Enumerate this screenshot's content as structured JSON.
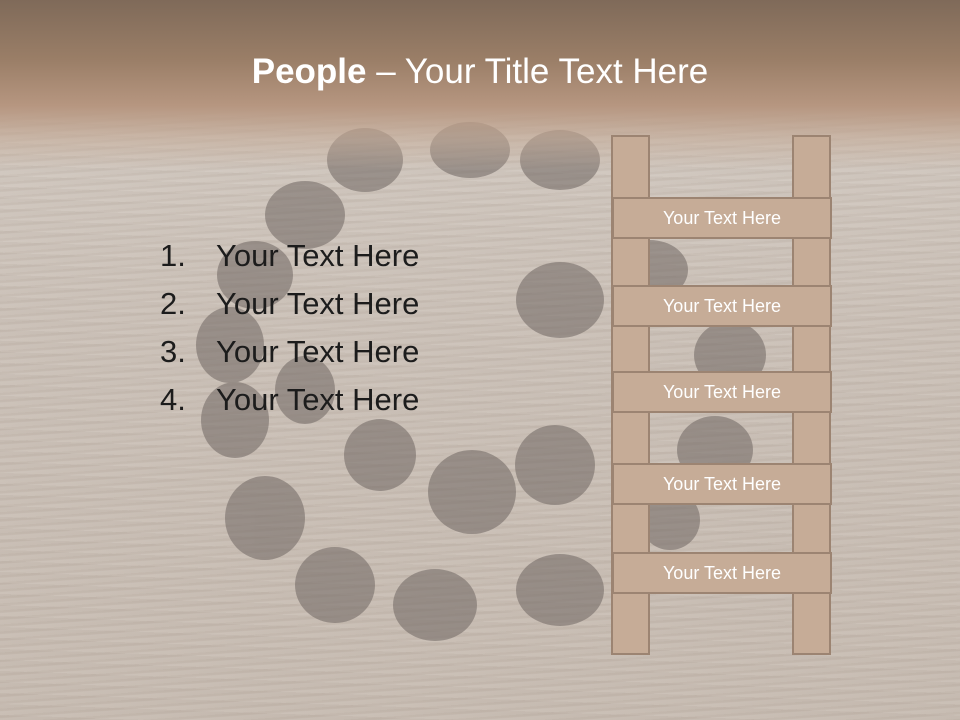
{
  "title": {
    "bold": "People",
    "separator": " – ",
    "rest": "Your Title Text Here"
  },
  "list": {
    "items": [
      {
        "number": "1.",
        "text": "Your Text Here"
      },
      {
        "number": "2.",
        "text": "Your Text Here"
      },
      {
        "number": "3.",
        "text": "Your Text Here"
      },
      {
        "number": "4.",
        "text": "Your Text Here"
      }
    ]
  },
  "ladder": {
    "rungs": [
      {
        "label": "Your Text Here"
      },
      {
        "label": "Your Text Here"
      },
      {
        "label": "Your Text Here"
      },
      {
        "label": "Your Text Here"
      },
      {
        "label": "Your Text Here"
      }
    ]
  },
  "colors": {
    "header": "#9a7e67",
    "ladder_fill": "#c6ac97",
    "ladder_border": "#9c8472",
    "list_text": "#1c1c1c",
    "title_text": "#ffffff"
  }
}
